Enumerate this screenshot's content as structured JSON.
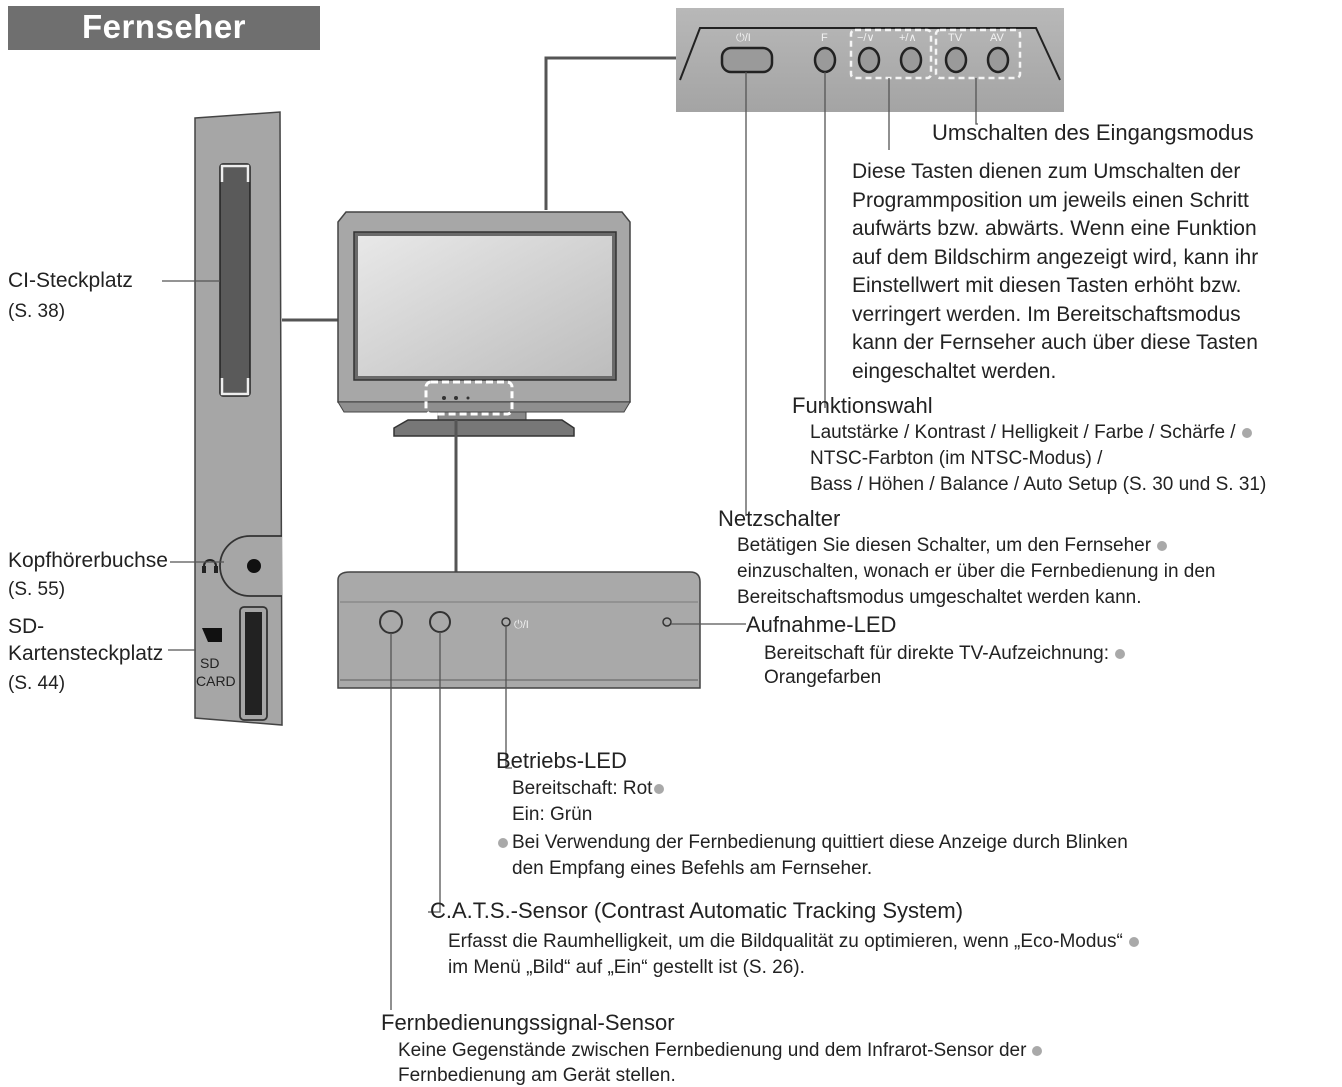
{
  "page": {
    "title": "Fernseher"
  },
  "colors": {
    "title_bg": "#6f6f6f",
    "device_gray": "#a3a3a3",
    "panel_gray": "#b0b0b0",
    "bullet_gray": "#a9a9a9"
  },
  "panel_buttons": {
    "power": "⏻/I",
    "function": "F",
    "minus": "−/∨",
    "plus": "+/∧",
    "tv": "TV",
    "av": "AV"
  },
  "side_panel": {
    "sd_card_label": "SD\nCARD",
    "headphone_icon": "headphone-icon"
  },
  "front_panel": {
    "power_led_label": "⏻/I"
  },
  "labels": {
    "ci_slot": {
      "name": "CI-Steckplatz",
      "ref": "(S. 38)"
    },
    "headphone": {
      "name": "Kopfhörerbuchse",
      "ref": "(S. 55)"
    },
    "sd_slot": {
      "line1": "SD-",
      "line2": "Kartensteckplatz",
      "ref": "(S. 44)"
    },
    "input_mode": {
      "name": "Umschalten des Eingangsmodus"
    },
    "channel_keys": {
      "lines": [
        "Diese Tasten dienen zum Umschalten der",
        "Programmposition um jeweils einen Schritt",
        "aufwärts bzw. abwärts. Wenn eine Funktion",
        "auf dem Bildschirm angezeigt wird, kann ihr",
        "Einstellwert mit diesen Tasten erhöht bzw.",
        "verringert werden. Im Bereitschaftsmodus",
        "kann der Fernseher auch über diese Tasten",
        "eingeschaltet werden."
      ]
    },
    "function_select": {
      "name": "Funktionswahl",
      "lines": [
        "Lautstärke / Kontrast / Helligkeit / Farbe / Schärfe /",
        "NTSC-Farbton (im NTSC-Modus) /",
        "Bass / Höhen / Balance / Auto Setup (S. 30 und S. 31)"
      ]
    },
    "power_switch": {
      "name": "Netzschalter",
      "lines": [
        "Betätigen Sie diesen Schalter, um den Fernseher",
        "einzuschalten, wonach er über die Fernbedienung in den",
        "Bereitschaftsmodus umgeschaltet werden kann."
      ]
    },
    "rec_led": {
      "name": "Aufnahme-LED",
      "lines": [
        "Bereitschaft für direkte TV-Aufzeichnung:",
        "Orangefarben"
      ]
    },
    "power_led": {
      "name": "Betriebs-LED",
      "standby": "Bereitschaft: Rot",
      "on": "Ein: Grün",
      "note_lines": [
        "Bei Verwendung der Fernbedienung quittiert diese Anzeige durch Blinken",
        "den Empfang eines Befehls am Fernseher."
      ]
    },
    "cats": {
      "name": "C.A.T.S.-Sensor (Contrast Automatic Tracking System)",
      "lines": [
        "Erfasst die Raumhelligkeit, um die Bildqualität zu optimieren, wenn „Eco-Modus“",
        "im Menü „Bild“ auf „Ein“ gestellt ist (S. 26)."
      ]
    },
    "remote_sensor": {
      "name": "Fernbedienungssignal-Sensor",
      "lines": [
        "Keine Gegenstände zwischen Fernbedienung und dem Infrarot-Sensor der",
        "Fernbedienung am Gerät stellen."
      ]
    }
  }
}
